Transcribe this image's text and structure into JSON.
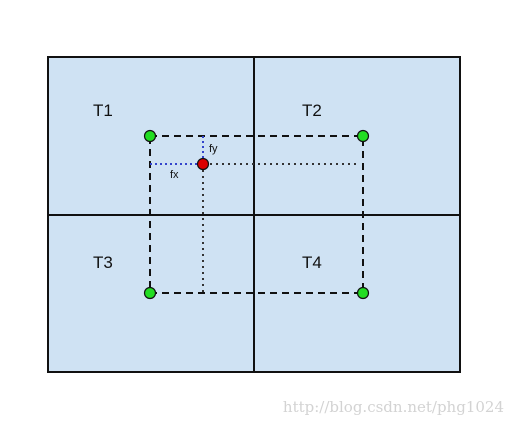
{
  "tiles": [
    "T1",
    "T2",
    "T3",
    "T4"
  ],
  "offsets": {
    "x_label": "fx",
    "y_label": "fy"
  },
  "watermark": "http://blog.csdn.net/phg1024",
  "colors": {
    "tile_fill": "#cfe2f3",
    "grid_line": "#111111",
    "corner_point": "#22dd22",
    "sample_point": "#dd0000",
    "offset_line": "#3344cc",
    "watermark": "#d3d3d3"
  }
}
